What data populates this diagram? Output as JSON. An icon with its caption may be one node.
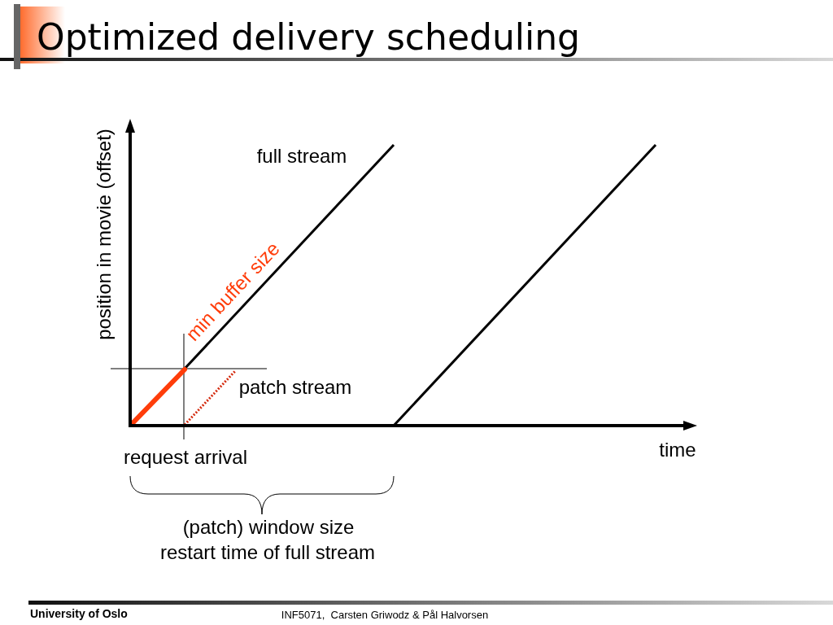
{
  "diagram": {
    "title": "Optimized delivery scheduling",
    "labels": [
      "position in movie (offset)",
      "full stream",
      "min buffer size",
      "patch stream",
      "time",
      "request arrival",
      "(patch) window size",
      "restart time of full stream",
      "University of Oslo",
      "INF5071,  Carsten Griwodz & Pål Halvorsen"
    ]
  }
}
